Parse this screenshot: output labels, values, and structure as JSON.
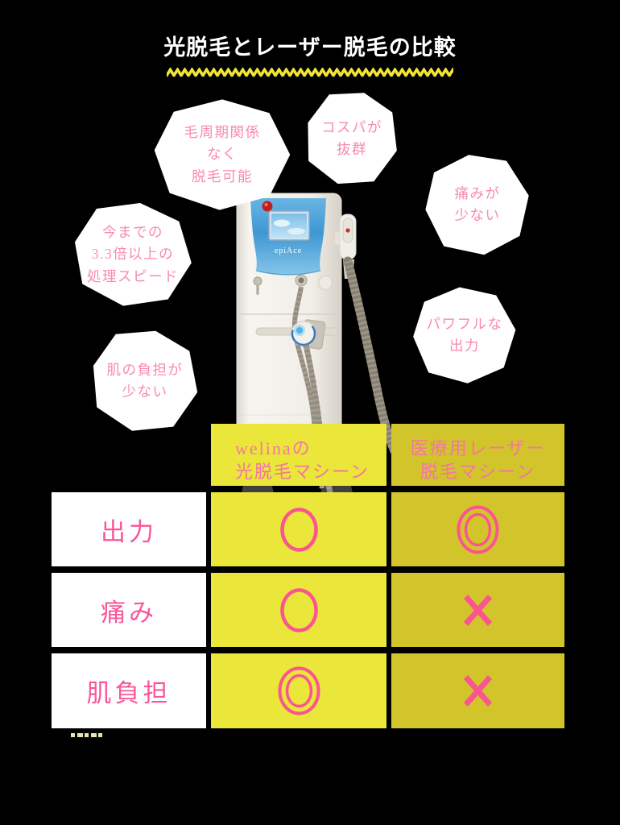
{
  "page": {
    "title": "光脱毛とレーザー脱毛の比較",
    "background_color": "#000000"
  },
  "callouts": [
    {
      "id": "hair-cycle",
      "text": "毛周期関係\nなく\n脱毛可能"
    },
    {
      "id": "cost",
      "text": "コスパが\n抜群"
    },
    {
      "id": "less-pain",
      "text": "痛みが\n少ない"
    },
    {
      "id": "speed",
      "text": "今までの\n3.3倍以上の\n処理スピード"
    },
    {
      "id": "powerful-output",
      "text": "パワフルな\n出力"
    },
    {
      "id": "less-skin-burden",
      "text": "肌の負担が\n少ない"
    }
  ],
  "machine": {
    "brand": "epiAce"
  },
  "table": {
    "columns": [
      {
        "id": "welina",
        "text": "welinaの\n光脱毛マシーン"
      },
      {
        "id": "laser",
        "text": "医療用レーザー\n脱毛マシーン"
      }
    ],
    "rows": [
      {
        "label": "出力",
        "cells": [
          "circle",
          "double-circle"
        ]
      },
      {
        "label": "痛み",
        "cells": [
          "circle",
          "cross"
        ]
      },
      {
        "label": "肌負担",
        "cells": [
          "double-circle",
          "cross"
        ]
      }
    ],
    "symbols": {
      "circle": "○",
      "double-circle": "◎",
      "cross": "×"
    }
  },
  "colors": {
    "background": "#000000",
    "title_text": "#ffffff",
    "zigzag_yellow": "#f0e434",
    "callout_bg": "#ffffff",
    "callout_text": "#f98aae",
    "header_text": "#f476a3",
    "row_label_text": "#f8579a",
    "symbol_pink": "#fa5590",
    "welina_yellow": "#ebe63a",
    "laser_yellow": "#d2c52c",
    "row_label_bg": "#ffffff",
    "bottom_dash": "#e9e2b8"
  }
}
